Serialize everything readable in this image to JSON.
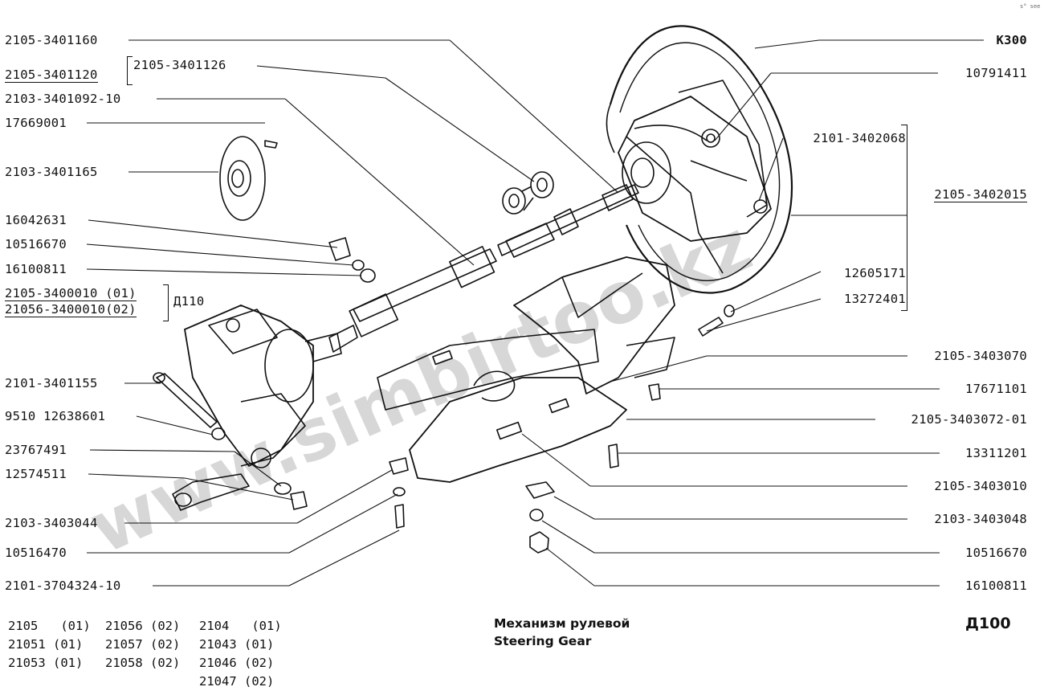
{
  "header_mark": "s° see",
  "left_labels": [
    {
      "id": "l1",
      "text": "2105-3401160"
    },
    {
      "id": "l2",
      "text": "2105-3401120"
    },
    {
      "id": "l3",
      "text": "2105-3401126"
    },
    {
      "id": "l4",
      "text": "2103-3401092-10"
    },
    {
      "id": "l5",
      "text": "17669001"
    },
    {
      "id": "l6",
      "text": "2103-3401165"
    },
    {
      "id": "l7",
      "text": "16042631"
    },
    {
      "id": "l8",
      "text": "10516670"
    },
    {
      "id": "l9",
      "text": "16100811"
    },
    {
      "id": "l10",
      "text": "2105-3400010 (01)"
    },
    {
      "id": "l11",
      "text": "21056-3400010(02)"
    },
    {
      "id": "l12",
      "text": "Д110"
    },
    {
      "id": "l13",
      "text": "2101-3401155"
    },
    {
      "id": "l14",
      "text": "9510  12638601"
    },
    {
      "id": "l15",
      "text": "23767491"
    },
    {
      "id": "l16",
      "text": "12574511"
    },
    {
      "id": "l17",
      "text": "2103-3403044"
    },
    {
      "id": "l18",
      "text": "10516470"
    },
    {
      "id": "l19",
      "text": "2101-3704324-10"
    }
  ],
  "right_labels": [
    {
      "id": "r1",
      "text": "К300"
    },
    {
      "id": "r2",
      "text": "10791411"
    },
    {
      "id": "r3",
      "text": "2101-3402068"
    },
    {
      "id": "r4",
      "text": "2105-3402015"
    },
    {
      "id": "r5",
      "text": "12605171"
    },
    {
      "id": "r6",
      "text": "13272401"
    },
    {
      "id": "r7",
      "text": "2105-3403070"
    },
    {
      "id": "r8",
      "text": "17671101"
    },
    {
      "id": "r9",
      "text": "2105-3403072-01"
    },
    {
      "id": "r10",
      "text": "13311201"
    },
    {
      "id": "r11",
      "text": "2105-3403010"
    },
    {
      "id": "r12",
      "text": "2103-3403048"
    },
    {
      "id": "r13",
      "text": "10516670"
    },
    {
      "id": "r14",
      "text": "16100811"
    }
  ],
  "models": [
    [
      "2105   (01)",
      "21056 (02)",
      "2104   (01)"
    ],
    [
      "21051 (01)",
      "21057 (02)",
      "21043 (01)"
    ],
    [
      "21053 (01)",
      "21058 (02)",
      "21046 (02)"
    ],
    [
      "",
      "",
      "21047 (02)"
    ]
  ],
  "caption": {
    "ru": "Механизм рулевой",
    "en": "Steering Gear"
  },
  "diagram_code": "Д100",
  "watermark": "www.simbirtoo.kz",
  "colors": {
    "ink": "#111111",
    "paper": "#ffffff",
    "watermark": "#cfcfcf"
  }
}
